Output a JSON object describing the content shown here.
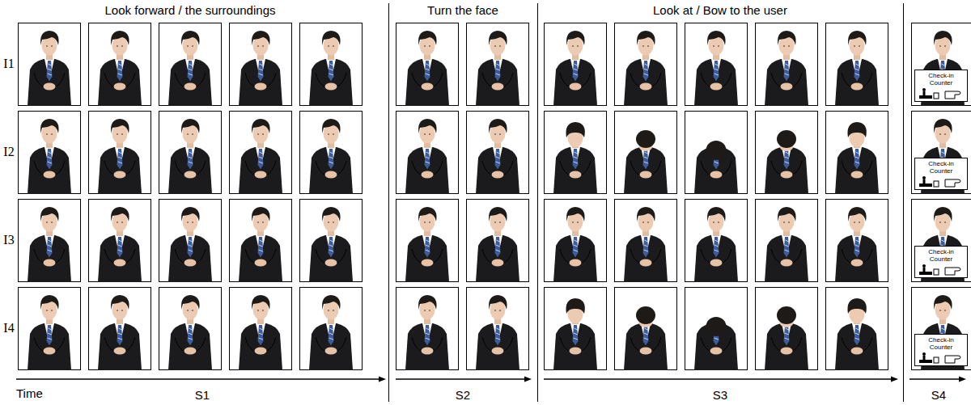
{
  "diagram": {
    "nodes": [
      {
        "text": [
          "Check-in Counter"
        ]
      },
      {
        "text": [
          "Check-in Counter"
        ]
      },
      {
        "text": [
          "Check-in Counter"
        ]
      },
      {
        "text": [
          "Check-in Counter"
        ]
      }
    ],
    "labels": [
      "Look forward / the surroundings",
      "Turn the face",
      "Look at / Bow to the user",
      "I1",
      "I2",
      "I3",
      "I4",
      "Time",
      "S1",
      "S2",
      "S3",
      "S4"
    ]
  }
}
